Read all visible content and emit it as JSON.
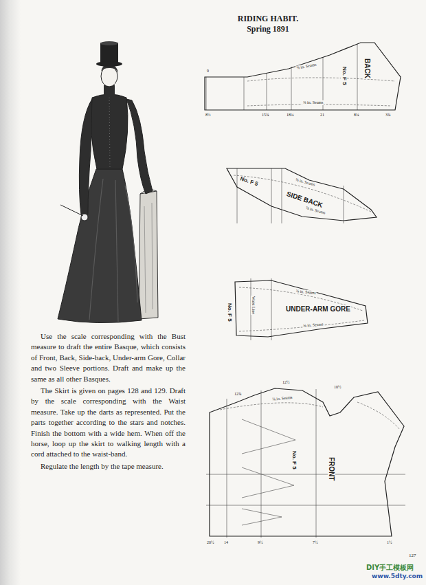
{
  "diagram": {
    "title": "RIDING HABIT. Spring 1891",
    "nodes": [
      {
        "text": [
          "No. F 5",
          "BACK"
        ]
      },
      {
        "text": [
          "No. F 5",
          "SIDE BACK"
        ]
      },
      {
        "text": [
          "No. F 5",
          "UNDER-ARM GORE"
        ]
      },
      {
        "text": [
          "No. F 5",
          "FRONT"
        ]
      }
    ],
    "labels": [
      "Use the scale corresponding with the Bust measure to draft the entire Basque, which consists of Front, Back, Side-back, Under-arm Gore, Collar and two Sleeve portions. Draft and make up the same as all other Basques.",
      "The Skirt is given on pages 128 and 129. Draft by the scale corresponding with the Waist measure. Take up the darts as represented. Put the parts together according to the stars and notches. Finish the bottom with a wide hem. When off the horse, loop up the skirt to walking length with a cord attached to the waist-band.",
      "Regulate the length by the tape measure.",
      "DIY手工模板网",
      "www.5dty.com",
      "127",
      "⅝ in. Seams",
      "⅝ in. Seams",
      "⅝ in. Seams",
      "⅝ in. Seams",
      "⅝ in. Seams",
      "⅝ in. Seams",
      "⅝ in. Seams",
      "Waist Line",
      "8½",
      "15¾",
      "18¼",
      "21",
      "8¼",
      "3¾",
      "9",
      "20½",
      "14",
      "9½",
      "7½",
      "1½",
      "12¾",
      "12½",
      "10½"
    ]
  }
}
